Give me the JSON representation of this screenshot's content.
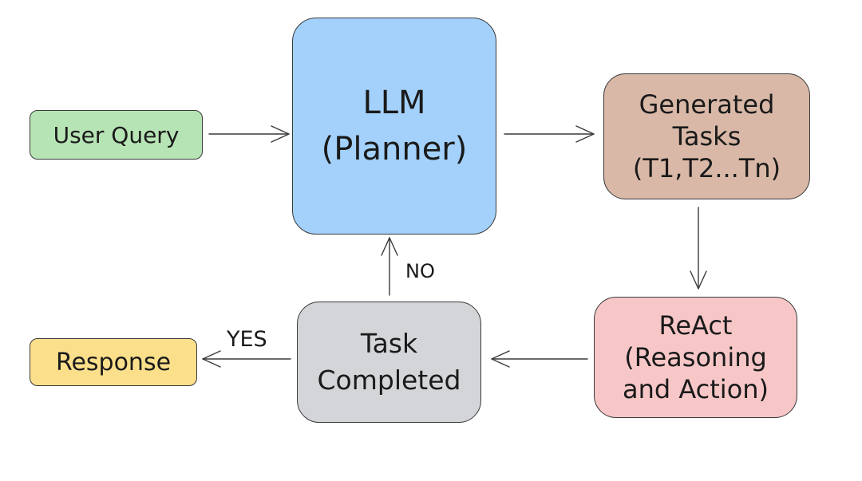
{
  "nodes": {
    "user_query": {
      "label": "User Query",
      "color": "#b7e4b5"
    },
    "llm": {
      "lines": [
        "LLM",
        "(Planner)"
      ],
      "color": "#a3d1fc"
    },
    "generated_tasks": {
      "lines": [
        "Generated",
        "Tasks",
        "(T1,T2...Tn)"
      ],
      "color": "#d9b8a7"
    },
    "react": {
      "lines": [
        "ReAct",
        "(Reasoning",
        "and Action)"
      ],
      "color": "#f7c7c8"
    },
    "task_completed": {
      "lines": [
        "Task",
        "Completed"
      ],
      "color": "#d3d5d9"
    },
    "response": {
      "label": "Response",
      "color": "#fcdf8b"
    }
  },
  "edges": {
    "no_label": "NO",
    "yes_label": "YES"
  },
  "colors": {
    "stroke": "#3a3a3a"
  }
}
